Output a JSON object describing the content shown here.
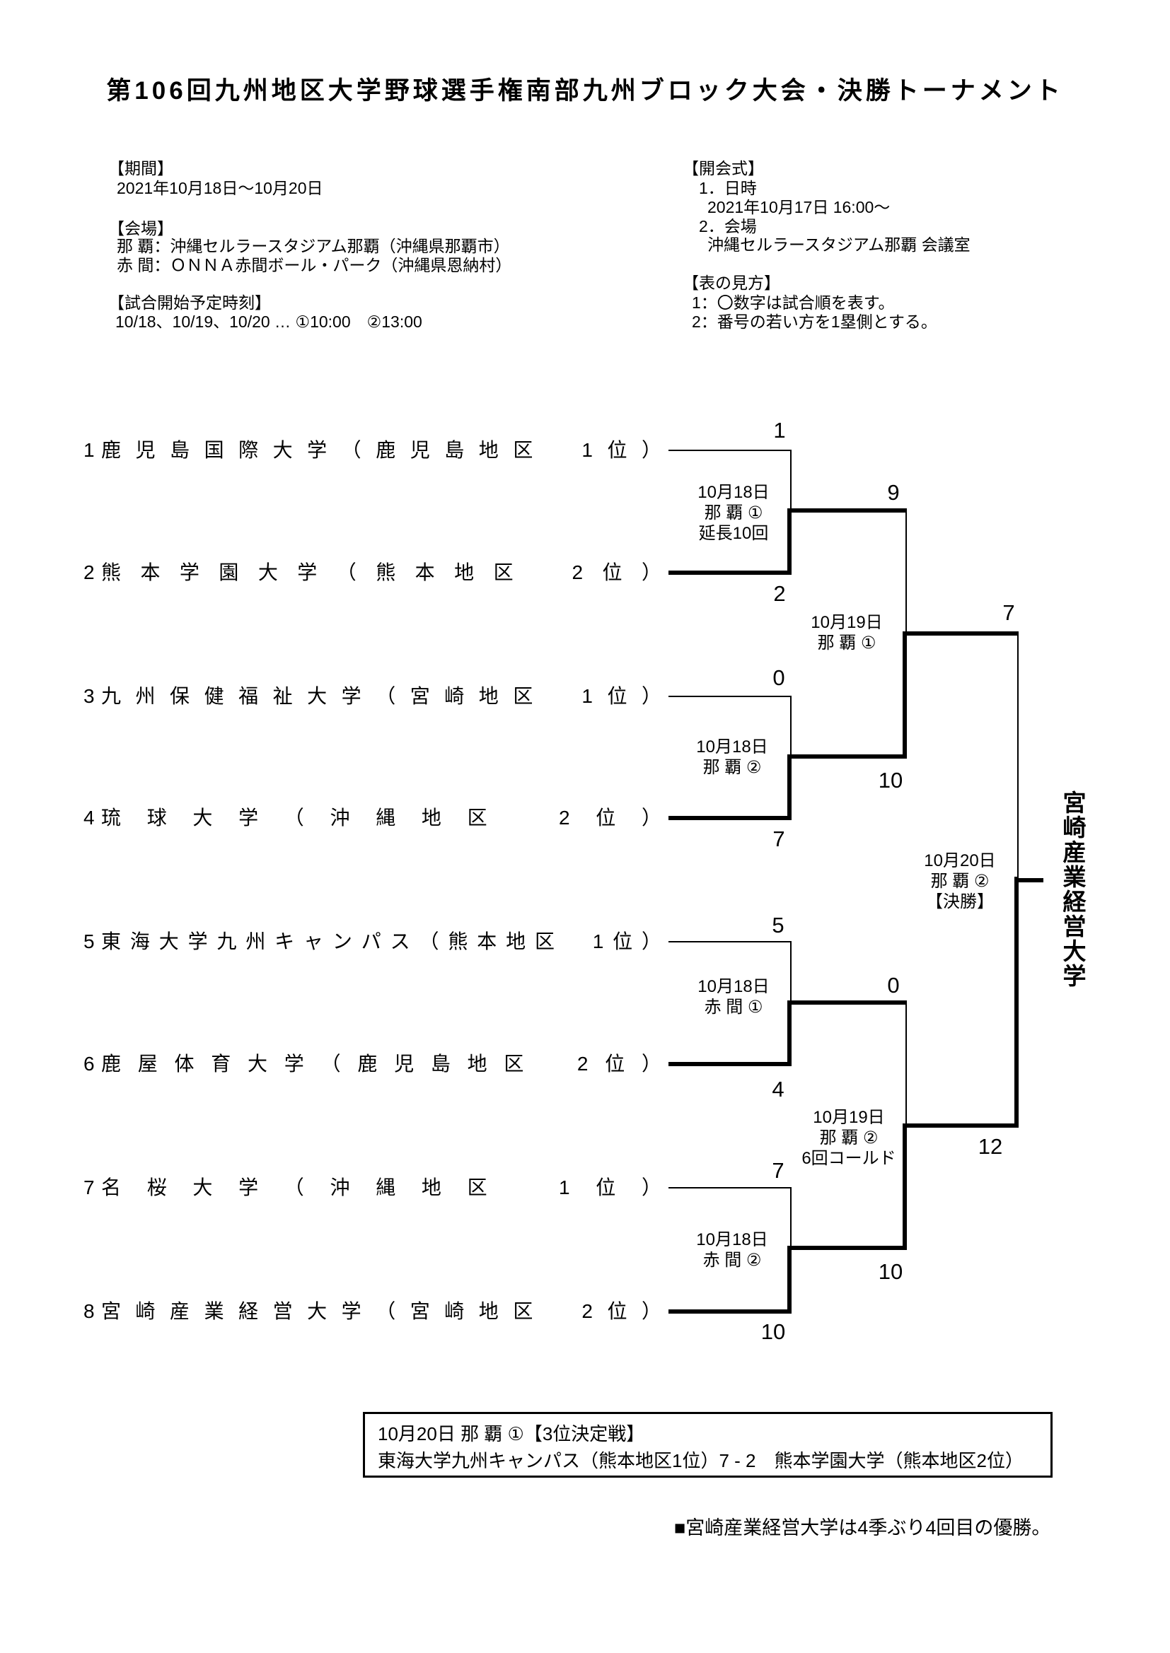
{
  "title": "第106回九州地区大学野球選手権南部九州ブロック大会・決勝トーナメント",
  "info": {
    "period": {
      "heading": "【期間】",
      "value": "2021年10月18日～10月20日"
    },
    "venues": {
      "heading": "【会場】",
      "naha": "那 覇：沖縄セルラースタジアム那覇（沖縄県那覇市）",
      "akama": "赤 間：ＯＮＮＡ赤間ボール・パーク（沖縄県恩納村）"
    },
    "start_times": {
      "heading": "【試合開始予定時刻】",
      "value": "10/18、10/19、10/20 … ①10:00　②13:00"
    },
    "opening": {
      "heading": "【開会式】",
      "item1_label": "1．日時",
      "item1_value": "2021年10月17日 16:00～",
      "item2_label": "2．会場",
      "item2_value": "沖縄セルラースタジアム那覇 会議室"
    },
    "legend": {
      "heading": "【表の見方】",
      "rule1": "1：〇数字は試合順を表す。",
      "rule2": "2：番号の若い方を1塁側とする。"
    }
  },
  "teams": [
    {
      "seed": "1",
      "name": "鹿児島国際大学（鹿児島地区　1位）"
    },
    {
      "seed": "2",
      "name": "熊本学園大学（熊本地区　2位）"
    },
    {
      "seed": "3",
      "name": "九州保健福祉大学（宮崎地区　1位）"
    },
    {
      "seed": "4",
      "name": "琉球大学（沖縄地区　2位）"
    },
    {
      "seed": "5",
      "name": "東海大学九州キャンパス（熊本地区　1位）"
    },
    {
      "seed": "6",
      "name": "鹿屋体育大学（鹿児島地区　2位）"
    },
    {
      "seed": "7",
      "name": "名桜大学（沖縄地区　1位）"
    },
    {
      "seed": "8",
      "name": "宮崎産業経営大学（宮崎地区　2位）"
    }
  ],
  "matches": {
    "game1": {
      "date": "10月18日",
      "venue": "那 覇 ①",
      "note": "延長10回",
      "score_top": "1",
      "score_bottom": "2"
    },
    "game2": {
      "date": "10月18日",
      "venue": "那 覇 ②",
      "note": "",
      "score_top": "0",
      "score_bottom": "7"
    },
    "game3": {
      "date": "10月18日",
      "venue": "赤 間 ①",
      "note": "",
      "score_top": "5",
      "score_bottom": "4"
    },
    "game4": {
      "date": "10月18日",
      "venue": "赤 間 ②",
      "note": "",
      "score_top": "7",
      "score_bottom": "10"
    },
    "semifinal1": {
      "date": "10月19日",
      "venue": "那 覇 ①",
      "note": "",
      "score_top": "9",
      "score_bottom": "10"
    },
    "semifinal2": {
      "date": "10月19日",
      "venue": "那 覇 ②",
      "note": "6回コールド",
      "score_top": "0",
      "score_bottom": "10"
    },
    "final": {
      "date": "10月20日",
      "venue": "那 覇 ②",
      "note": "【決勝】",
      "score_top": "7",
      "score_bottom": "12"
    }
  },
  "champion": "宮崎産業経営大学",
  "third_place_box": {
    "line1": "10月20日 那 覇 ①【3位決定戦】",
    "line2": "東海大学九州キャンパス（熊本地区1位）7 - 2　熊本学園大学（熊本地区2位）"
  },
  "footnote": "■宮崎産業経営大学は4季ぶり4回目の優勝。"
}
